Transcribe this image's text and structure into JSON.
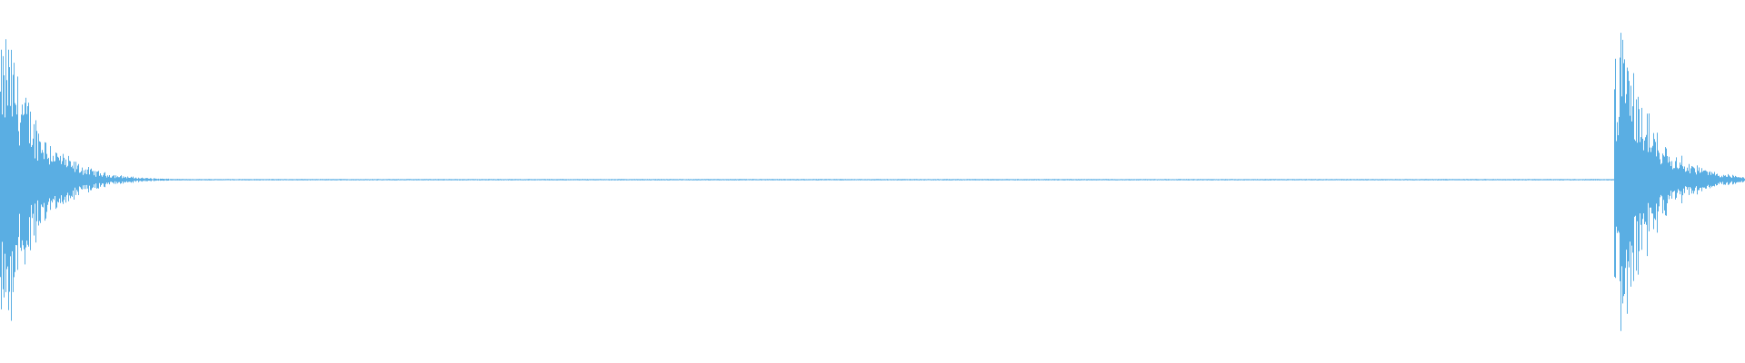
{
  "waveform": {
    "color": "#5aaee3",
    "background": "#ffffff",
    "bursts": [
      {
        "start": 0.0,
        "peak": 0.0045,
        "amplitude": 1.0
      },
      {
        "start": 0.925,
        "peak": 0.93,
        "amplitude": 0.98
      }
    ]
  }
}
